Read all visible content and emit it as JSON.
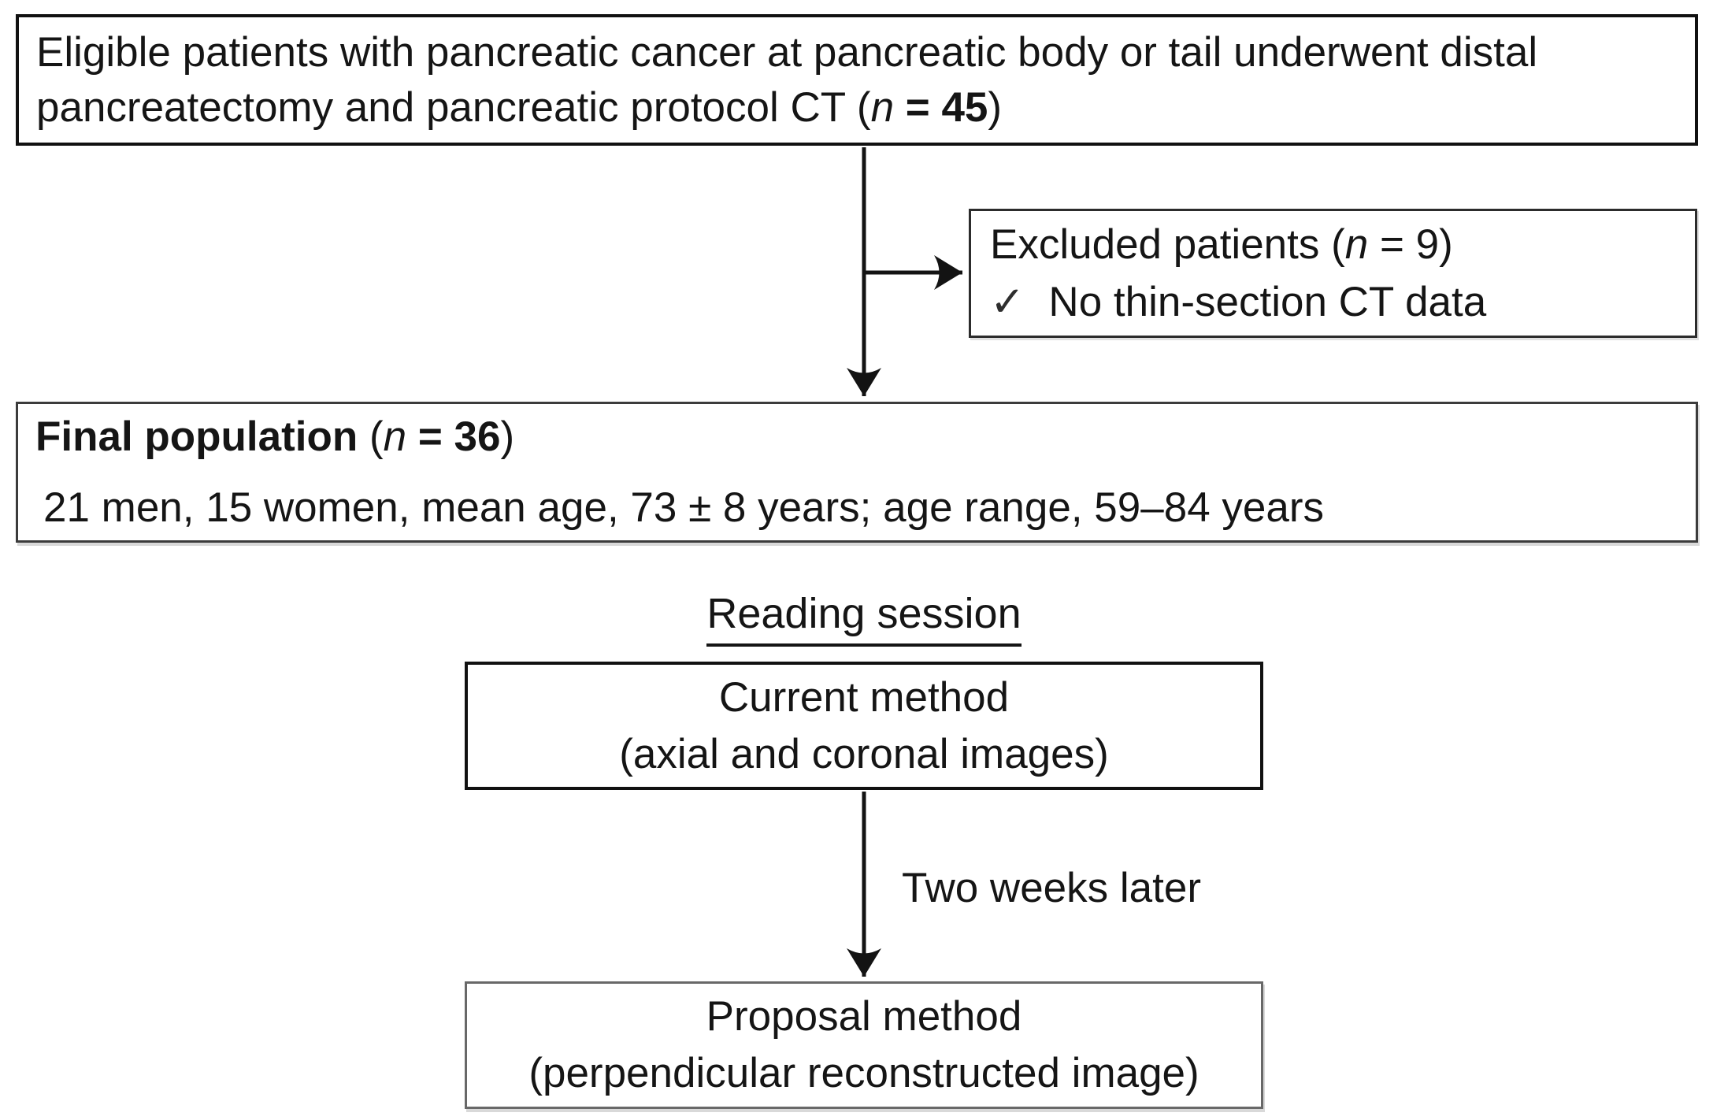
{
  "colors": {
    "ink": "#151515",
    "border_strong": "#111111",
    "border_soft": "#686868",
    "background": "#ffffff"
  },
  "boxes": {
    "eligible": {
      "lines": [
        [
          {
            "t": "Eligible patients with pancreatic cancer at pancreatic body or tail underwent distal"
          }
        ],
        [
          {
            "t": "pancreatectomy and pancreatic protocol CT ("
          },
          {
            "t": "n",
            "i": true
          },
          {
            "t": " "
          },
          {
            "t": "= 45",
            "b": true
          },
          {
            "t": ")"
          }
        ]
      ]
    },
    "excluded": {
      "lines": [
        [
          {
            "t": "Excluded patients ("
          },
          {
            "t": "n",
            "i": true
          },
          {
            "t": " = 9)"
          }
        ],
        [
          {
            "t": "✓",
            "c": "check",
            "name": "checkmark-icon"
          },
          {
            "t": "No thin-section CT data"
          }
        ]
      ]
    },
    "final": {
      "lines": [
        [
          {
            "t": "Final population",
            "b": true
          },
          {
            "t": " ("
          },
          {
            "t": "n",
            "i": true
          },
          {
            "t": " "
          },
          {
            "t": "= 36",
            "b": true
          },
          {
            "t": ")"
          }
        ],
        [
          {
            "t": "21 men, 15 women, mean age, 73 ± 8 years; age range, 59–84 years"
          }
        ]
      ]
    },
    "current": {
      "lines": [
        [
          {
            "t": "Current method"
          }
        ],
        [
          {
            "t": "(axial and coronal images)"
          }
        ]
      ]
    },
    "proposal": {
      "lines": [
        [
          {
            "t": "Proposal method"
          }
        ],
        [
          {
            "t": "(perpendicular reconstructed image)"
          }
        ]
      ]
    }
  },
  "labels": {
    "reading_session": "Reading session",
    "two_weeks_later": "Two weeks later"
  }
}
